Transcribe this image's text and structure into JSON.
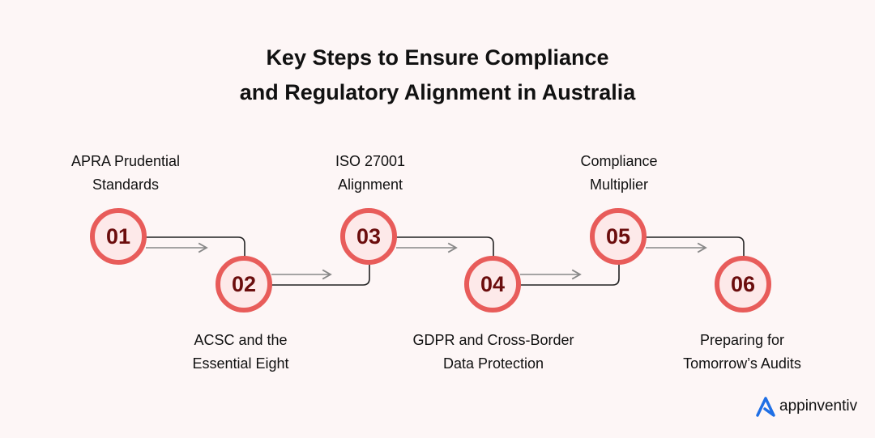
{
  "title_line1": "Key Steps to Ensure Compliance",
  "title_line2": "and Regulatory Alignment in Australia",
  "steps": [
    {
      "number": "01",
      "line1": "APRA Prudential",
      "line2": "Standards"
    },
    {
      "number": "02",
      "line1": "ACSC and the",
      "line2": "Essential Eight"
    },
    {
      "number": "03",
      "line1": "ISO 27001",
      "line2": "Alignment"
    },
    {
      "number": "04",
      "line1": "GDPR and Cross-Border",
      "line2": "Data Protection"
    },
    {
      "number": "05",
      "line1": "Compliance",
      "line2": "Multiplier"
    },
    {
      "number": "06",
      "line1": "Preparing for",
      "line2": "Tomorrow’s Audits"
    }
  ],
  "brand": "appinventiv",
  "colors": {
    "accent": "#e85c5a",
    "number": "#6b0d0d",
    "background": "#fdf6f6",
    "brand": "#1f6fe5"
  }
}
